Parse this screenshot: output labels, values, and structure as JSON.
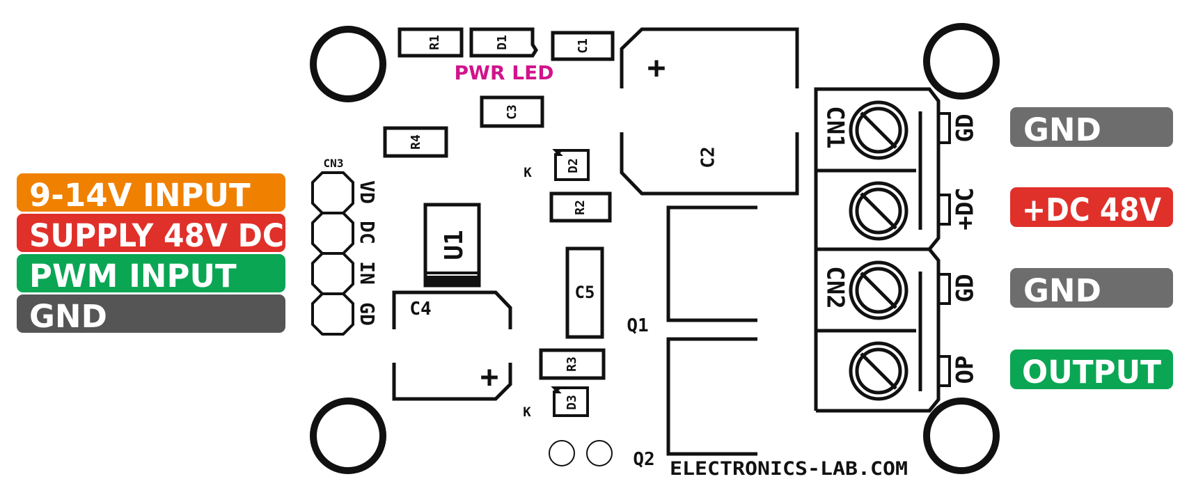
{
  "colors": {
    "orange": "#f08000",
    "red": "#e0302a",
    "green": "#0aa654",
    "dark_gray": "#555555",
    "gray": "#6d6d6d",
    "magenta": "#d0148c",
    "silk": "#111111"
  },
  "left_labels": [
    {
      "text": "9-14V INPUT",
      "color": "#f08000"
    },
    {
      "text": "SUPPLY 48V DC",
      "color": "#e0302a"
    },
    {
      "text": "PWM INPUT",
      "color": "#0aa654"
    },
    {
      "text": "GND",
      "color": "#555555"
    }
  ],
  "right_labels": [
    {
      "text": "GND",
      "color": "#6d6d6d"
    },
    {
      "text": "+DC 48V",
      "color": "#e0302a"
    },
    {
      "text": "GND",
      "color": "#6d6d6d"
    },
    {
      "text": "OUTPUT",
      "color": "#0aa654"
    }
  ],
  "board": {
    "pwr_led": "PWR LED",
    "brand": "ELECTRONICS-LAB.COM",
    "cn3": {
      "name": "CN3",
      "pins": [
        "VD",
        "DC",
        "IN",
        "GD"
      ]
    },
    "cn1": {
      "name": "CN1",
      "pins": [
        "GD",
        "+DC"
      ]
    },
    "cn2": {
      "name": "CN2",
      "pins": [
        "GD",
        "OP"
      ]
    },
    "parts": {
      "r1": "R1",
      "d1": "D1",
      "c1": "C1",
      "c2": "C2",
      "c3": "C3",
      "r4": "R4",
      "d2": "D2",
      "r2": "R2",
      "u1": "U1",
      "c5": "C5",
      "c4": "C4",
      "r3": "R3",
      "d3": "D3",
      "q1": "Q1",
      "q2": "Q2",
      "k_top": "K",
      "k_bottom": "K",
      "plus_c2": "+",
      "plus_c4": "+"
    }
  }
}
